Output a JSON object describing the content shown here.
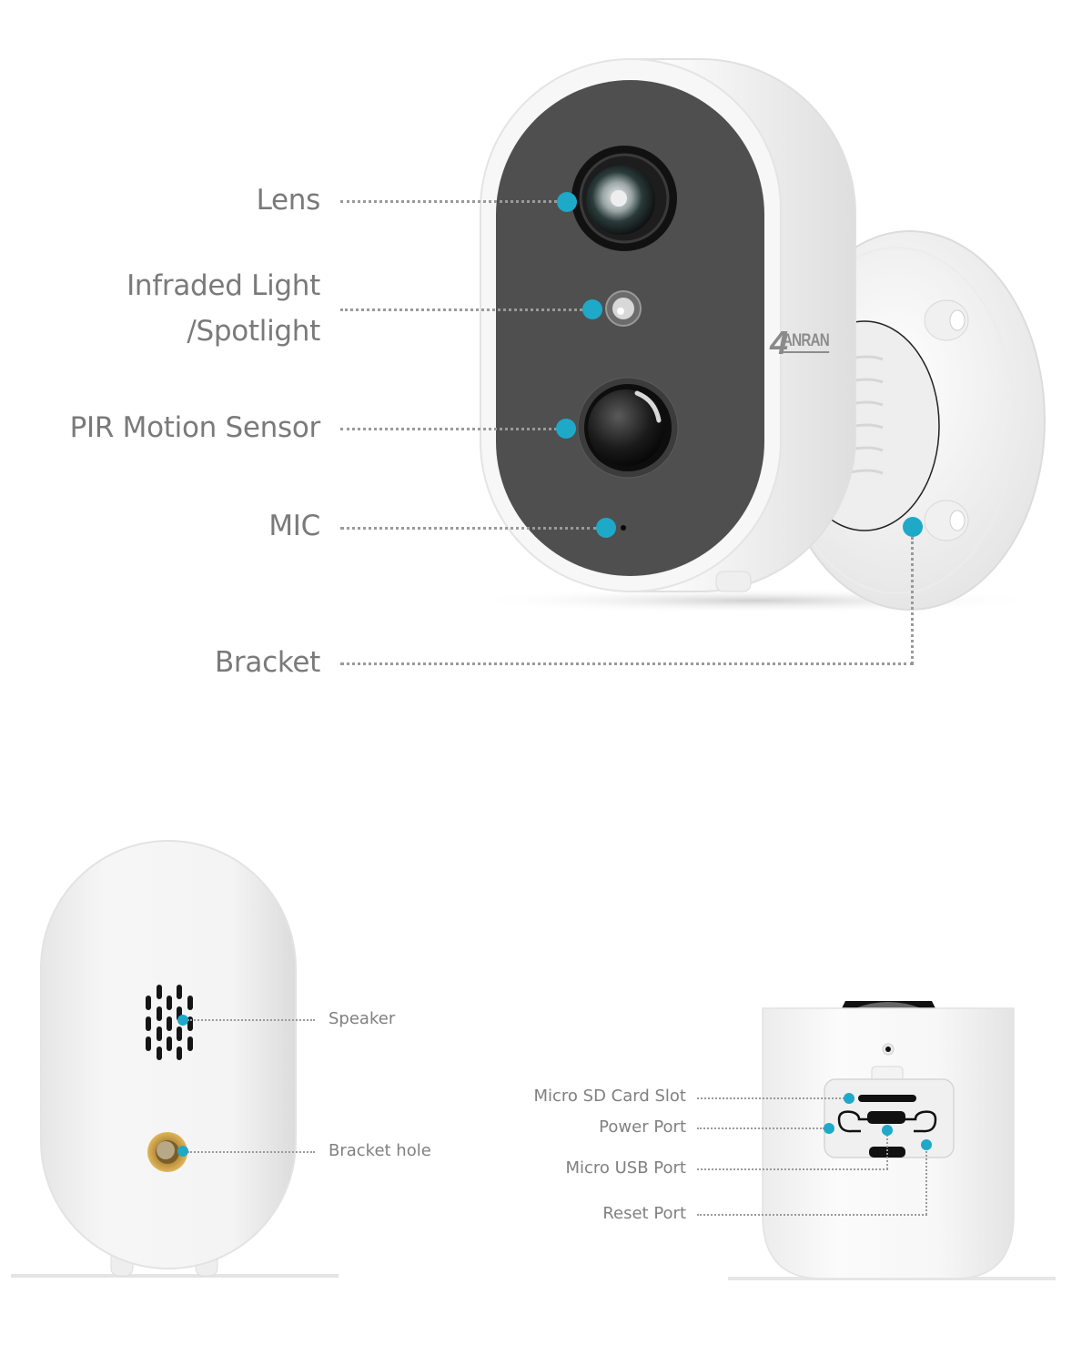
{
  "front_view": {
    "brand_logo": "ANRAN",
    "callouts": [
      {
        "id": "lens",
        "label": "Lens"
      },
      {
        "id": "infrared",
        "label_line1": "Infraded Light",
        "label_line2": "/Spotlight"
      },
      {
        "id": "pir",
        "label": "PIR Motion Sensor"
      },
      {
        "id": "mic",
        "label": "MIC"
      },
      {
        "id": "bracket",
        "label": "Bracket"
      }
    ]
  },
  "back_view": {
    "callouts": [
      {
        "id": "speaker",
        "label": "Speaker"
      },
      {
        "id": "bracket_hole",
        "label": "Bracket hole"
      }
    ]
  },
  "bottom_view": {
    "callouts": [
      {
        "id": "sd",
        "label": "Micro SD Card Slot"
      },
      {
        "id": "power",
        "label": "Power Port"
      },
      {
        "id": "usb",
        "label": "Micro USB Port"
      },
      {
        "id": "reset",
        "label": "Reset Port"
      }
    ]
  },
  "colors": {
    "marker": "#1ea9c9",
    "label_text": "#7a7a7a",
    "face_panel": "#4f4f4f",
    "body": "#f4f4f4"
  }
}
